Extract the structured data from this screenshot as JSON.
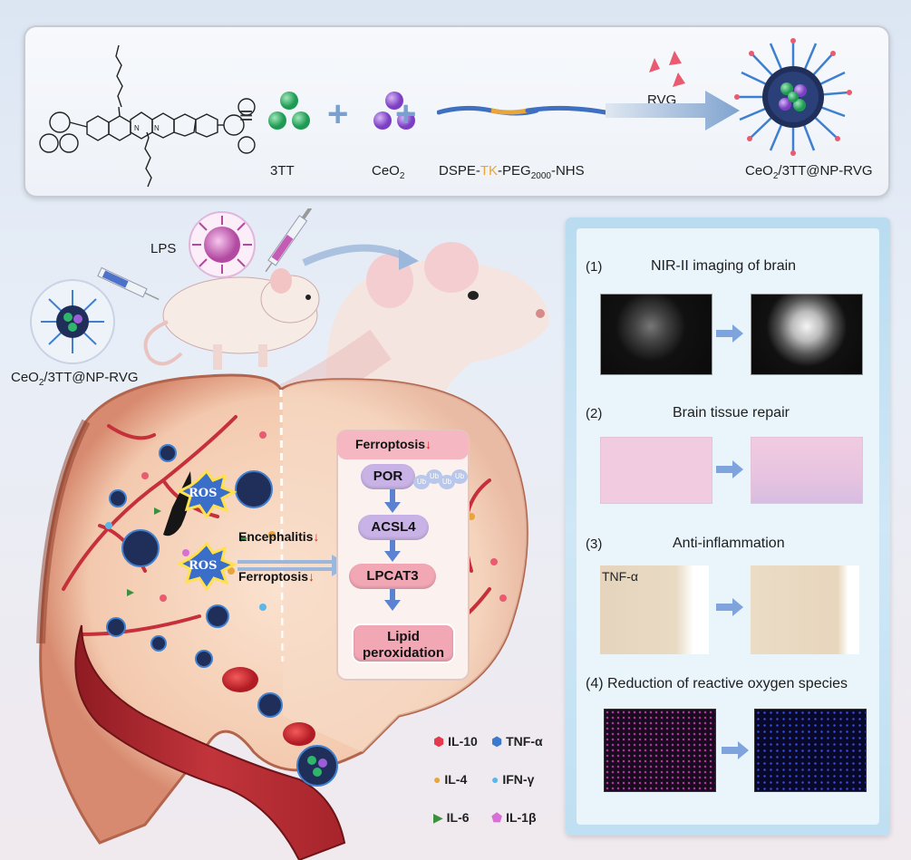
{
  "top": {
    "label_3tt": "3TT",
    "equiv": "≡",
    "plus": "+",
    "label_ceo2_main": "CeO",
    "label_ceo2_sub": "2",
    "dspe_a": "DSPE-",
    "dspe_tk": "TK",
    "dspe_b": "-PEG",
    "dspe_sub": "2000",
    "dspe_c": "-NHS",
    "rvg": "RVG",
    "product_a": "CeO",
    "product_sub": "2",
    "product_b": "/3TT@NP-RVG"
  },
  "left": {
    "lps": "LPS",
    "np_a": "CeO",
    "np_sub": "2",
    "np_b": "/3TT@NP-RVG",
    "ros1": "ROS",
    "ros2": "ROS",
    "encephalitis": "Encephalitis",
    "ferroptosis_mid": "Ferroptosis",
    "down_arrow": "↓"
  },
  "pathway": {
    "header": "Ferroptosis",
    "por": "POR",
    "ub": "Ub",
    "acsl4": "ACSL4",
    "lpcat3": "LPCAT3",
    "lipid1": "Lipid",
    "lipid2": "peroxidation"
  },
  "legend": {
    "il10": "IL-10",
    "tnfa": "TNF-α",
    "il4": "IL-4",
    "ifng": "IFN-γ",
    "il6": "IL-6",
    "il1b": "IL-1β"
  },
  "right": {
    "s1_num": "(1)",
    "s1_title": "NIR-II imaging of brain",
    "s2_num": "(2)",
    "s2_title": "Brain tissue repair",
    "s3_num": "(3)",
    "s3_title": "Anti-inflammation",
    "s3_tag": "TNF-α",
    "s4_title": "(4) Reduction of reactive oxygen species"
  },
  "colors": {
    "green_particle": "#2fb66a",
    "purple_particle": "#9a5ed6",
    "plus": "#7aa0cf",
    "tk": "#e8a63a",
    "vessel": "#b3272d",
    "pathway_pill": "#c9b3e6",
    "pathway_pink": "#f2a7b5"
  }
}
